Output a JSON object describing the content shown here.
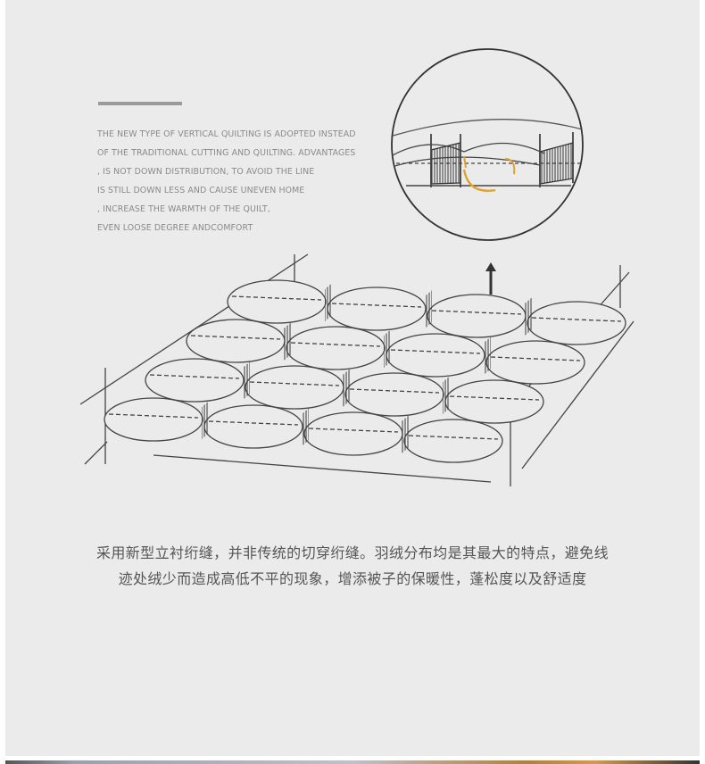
{
  "description_en": [
    "THE NEW TYPE OF VERTICAL QUILTING IS ADOPTED INSTEAD",
    "OF THE TRADITIONAL CUTTING AND QUILTING. ADVANTAGES",
    ", IS NOT DOWN DISTRIBUTION, TO AVOID THE LINE",
    "IS STILL DOWN LESS AND CAUSE UNEVEN HOME",
    ", INCREASE THE WARMTH OF THE QUILT,",
    "EVEN LOOSE DEGREE ANDCOMFORT"
  ],
  "description_cn": [
    "采用新型立衬绗缝，并非传统的切穿绗缝。羽绒分布均是其最大的特点，避免线",
    "迹处绒少而造成高低不平的现象，增添被子的保暖性，蓬松度以及舒适度"
  ],
  "colors": {
    "accent": "#e0a030",
    "line": "#444444",
    "background": "#ebebeb"
  }
}
